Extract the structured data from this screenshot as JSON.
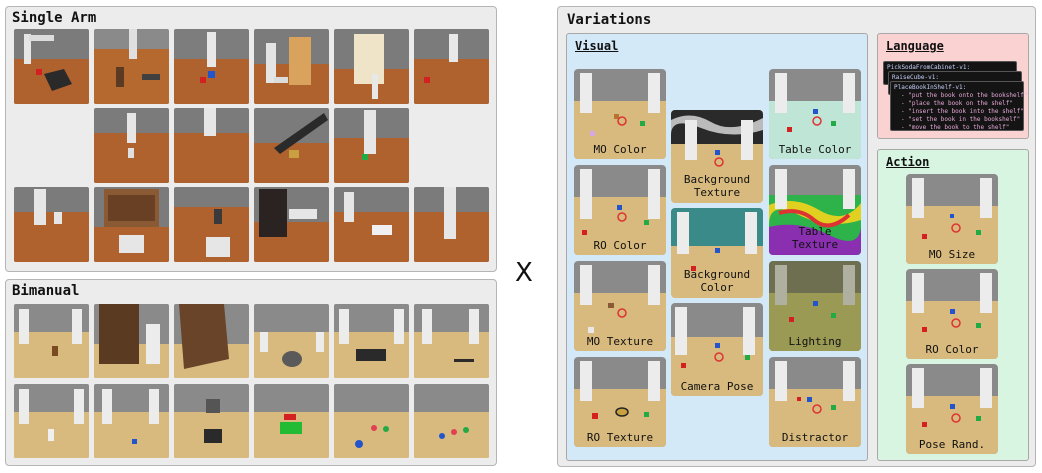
{
  "left": {
    "single_arm_title": "Single Arm",
    "bimanual_title": "Bimanual"
  },
  "times_symbol": "X",
  "variations": {
    "title": "Variations",
    "visual": {
      "title": "Visual",
      "cells": [
        "MO Color",
        "RO Color",
        "MO Texture",
        "RO Texture",
        "Background Texture",
        "Background Color",
        "Camera Pose",
        "Table Color",
        "Table Texture",
        "Lighting",
        "Distractor"
      ]
    },
    "language": {
      "title": "Language",
      "terminal": {
        "task1": "PickSodaFromCabinet-v1:",
        "task2": "RaiseCube-v1:",
        "task3": "PlaceBookInShelf-v1:",
        "lines": [
          "- \"put the book onto the bookshelf\"",
          "- \"place the book on the shelf\"",
          "- \"insert the book into the shelf\"",
          "- \"set the book in the bookshelf\"",
          "- \"move the book to the shelf\""
        ]
      }
    },
    "action": {
      "title": "Action",
      "cells": [
        "MO Size",
        "RO Color",
        "Pose Rand."
      ]
    }
  },
  "colors": {
    "left_panel_bg": "#ececec",
    "visual_bg": "#d3e9f8",
    "language_bg": "#fbd2d2",
    "action_bg": "#d8f5e1",
    "terminal_bg": "#141414",
    "table_wood": "#b0622e",
    "table_sand": "#d8ba7e",
    "wall_gray": "#7d7d7d"
  }
}
